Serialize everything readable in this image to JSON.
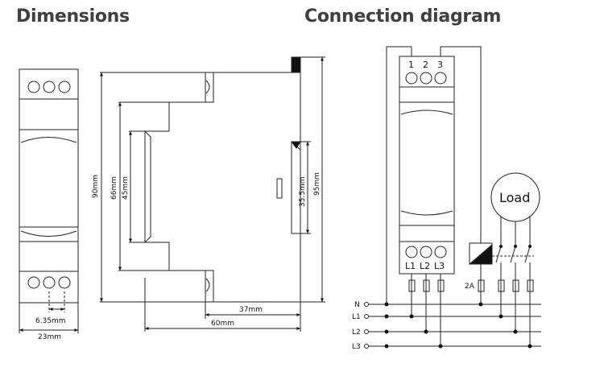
{
  "headings": {
    "dimensions": "Dimensions",
    "connection": "Connection diagram"
  },
  "dimensions": {
    "h90": "90mm",
    "h66": "66mm",
    "h45": "45mm",
    "h35_5": "35.5mm",
    "h95": "95mm",
    "w37": "37mm",
    "w60": "60mm",
    "w6_35": "6.35mm",
    "w23": "23mm"
  },
  "connection": {
    "top_terminals": [
      "1",
      "2",
      "3"
    ],
    "bottom_terminals": [
      "L1",
      "L2",
      "L3"
    ],
    "fuse_rating": "2A",
    "load_label": "Load",
    "bus_lines": [
      "N",
      "L1",
      "L2",
      "L3"
    ]
  }
}
